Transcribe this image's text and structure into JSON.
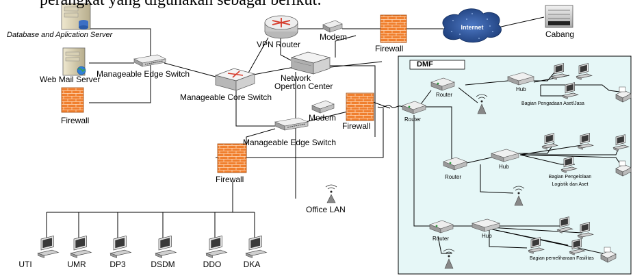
{
  "header_fragment": "perangkat yang digunakan sebagai berikut:",
  "nodes": {
    "db_server": "Database and Aplication Server",
    "web_mail": "Web Mail Server",
    "firewall_left": "Firewall",
    "edge_switch_top": "Manageable Edge Switch",
    "core_switch": "Manageable Core Switch",
    "vpn_router": "VPN Router",
    "modem_top": "Modem",
    "firewall_top": "Firewall",
    "internet": "Internet",
    "cabang": "Cabang",
    "noc": [
      "Network",
      "Opertion Center"
    ],
    "modem_mid": "Modem",
    "firewall_mid": "Firewall",
    "edge_switch_mid": "Manageable Edge Switch",
    "firewall_lower": "Firewall",
    "office_lan": "Office LAN",
    "router_main": "Router",
    "workstations": [
      "UTI",
      "UMR",
      "DP3",
      "DSDM",
      "DDO",
      "DKA"
    ]
  },
  "dmf": {
    "title": "DMF",
    "router_1": "Router",
    "hub_1": "Hub",
    "dept_1": "Bagian Pengadaan Aset/Jasa",
    "router_2": "Router",
    "hub_2": "Hub",
    "dept_2": [
      "Bagian Pengelolaan",
      "Logistik dan Aset"
    ],
    "router_3": "Router",
    "hub_3": "Hub",
    "dept_3": "Bagian pemeliharaan Fasilitas"
  },
  "colors": {
    "dmf_background": "#e6f7f7",
    "firewall": "#f07f2e",
    "internet_cloud": "#1c3c78",
    "device_body": "#d8d8d8",
    "router_accent": "#d63a2a",
    "link_line": "#000000"
  }
}
